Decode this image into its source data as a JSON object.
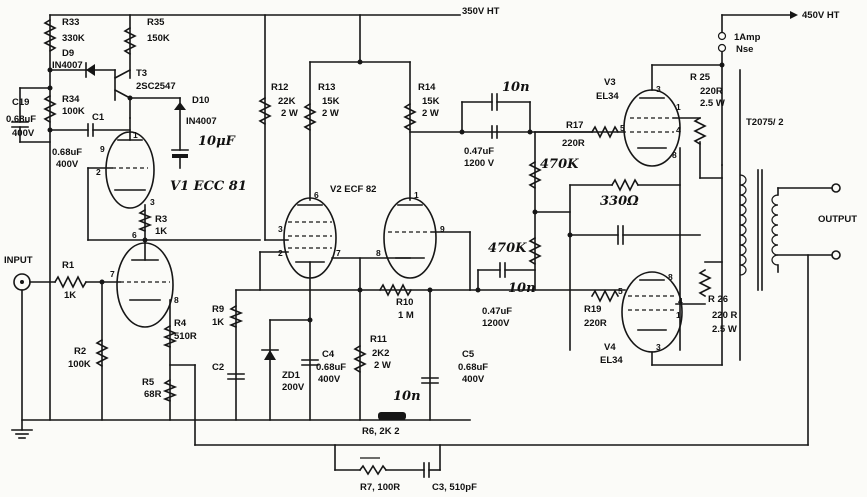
{
  "rails": {
    "ht350": "350V HT",
    "ht450": "450V HT",
    "fuse": "1 Amp\nNse",
    "fuse_l1": "1Amp",
    "fuse_l2": "Nse"
  },
  "labels": {
    "input": "INPUT",
    "output": "OUTPUT",
    "transformer": "T2075/ 2",
    "r33": [
      "R33",
      "330K"
    ],
    "r35": [
      "R35",
      "150K"
    ],
    "d9": [
      "D9",
      "IN4007"
    ],
    "t3": [
      "T3",
      "2SC2547"
    ],
    "c19": [
      "C19",
      "0.68uF",
      "400V"
    ],
    "r34": [
      "R34",
      "100K"
    ],
    "c1": [
      "C1",
      "0.68uF",
      "400V"
    ],
    "d10": [
      "D10",
      "IN4007"
    ],
    "v1": "V1 ECC 81",
    "r3": [
      "R3",
      "1K"
    ],
    "r1": [
      "R1",
      "1K"
    ],
    "r2": [
      "R2",
      "100K"
    ],
    "r4": [
      "R4",
      "510R"
    ],
    "r5": [
      "R5",
      "68R"
    ],
    "r9": [
      "R9",
      "1K"
    ],
    "c2": "C2",
    "r12": [
      "R12",
      "22K",
      "2 W"
    ],
    "r13": [
      "R13",
      "15K",
      "2 W"
    ],
    "r14": [
      "R14",
      "15K",
      "2 W"
    ],
    "v2": "V2 ECF 82",
    "zd1": [
      "ZD1",
      "200V"
    ],
    "c4": [
      "C4",
      "0.68uF",
      "400V"
    ],
    "r10": [
      "R10",
      "1 M"
    ],
    "r11": [
      "R11",
      "2K2",
      "2 W"
    ],
    "c5": [
      "C5",
      "0.68uF",
      "400V"
    ],
    "r6": "R6, 2K 2",
    "r7": "R7, 100R",
    "c3": "C3, 510pF",
    "cap_top": [
      "0.47uF",
      "1200 V"
    ],
    "cap_bot": [
      "0.47uF",
      "1200V"
    ],
    "r17": [
      "R17",
      "220R"
    ],
    "r19": [
      "R19",
      "220R"
    ],
    "v3": [
      "V3",
      "EL34"
    ],
    "v4": [
      "V4",
      "EL34"
    ],
    "r25": [
      "R 25",
      "220R",
      "2.5 W"
    ],
    "r26": [
      "R 26",
      "220 R",
      "2.5 W"
    ]
  },
  "handwritten": {
    "c_top": "10n",
    "c_mid": "10n",
    "c_low": "10n",
    "r_470k_a": "470K",
    "r_470k_b": "470K",
    "r_330": "330Ω",
    "c10uf": "10μF"
  }
}
